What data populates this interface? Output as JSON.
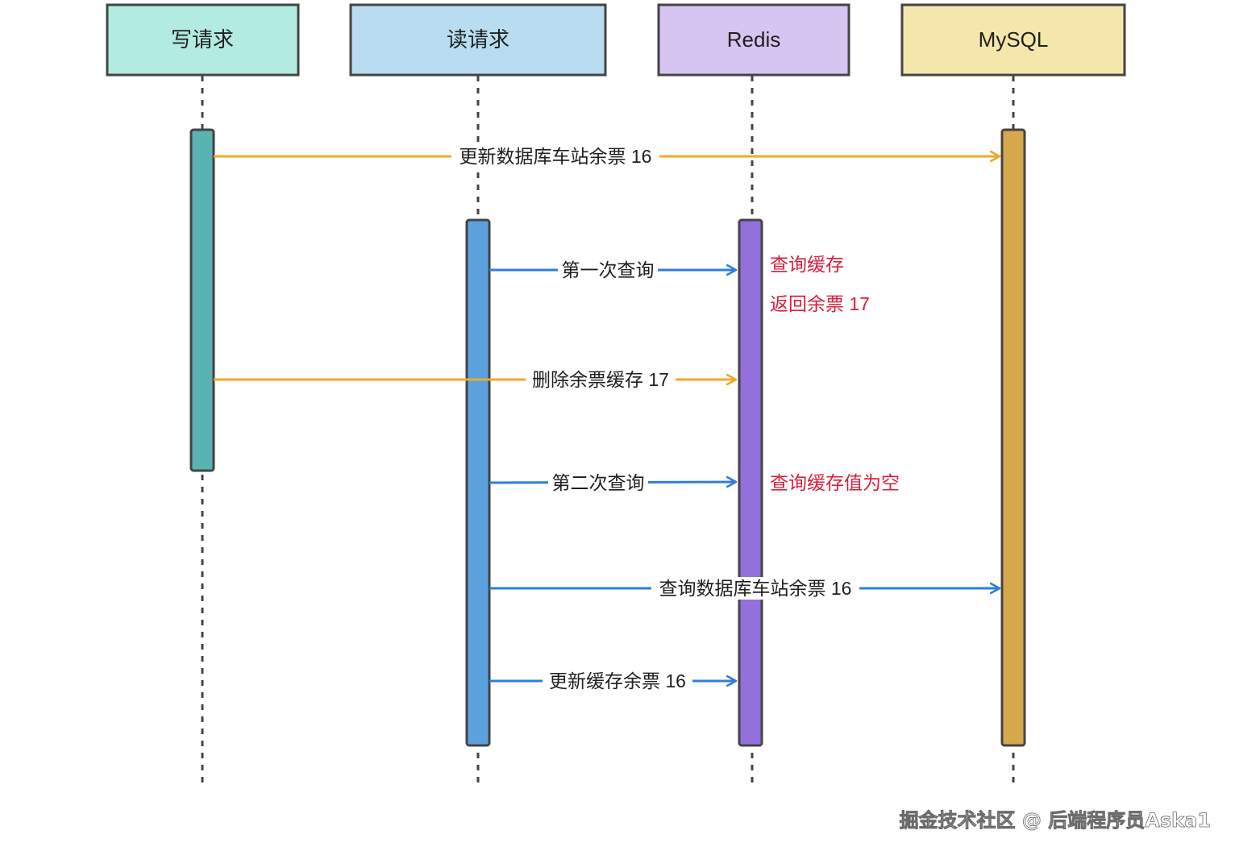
{
  "actors": [
    {
      "id": "write",
      "label": "写请求",
      "fill": "#b2ebe0",
      "bar": "#58b3b2"
    },
    {
      "id": "read",
      "label": "读请求",
      "fill": "#b8ddf1",
      "bar": "#5aa1dd"
    },
    {
      "id": "redis",
      "label": "Redis",
      "fill": "#d6c4f1",
      "bar": "#9370db"
    },
    {
      "id": "mysql",
      "label": "MySQL",
      "fill": "#f5e6ab",
      "bar": "#d4a84b"
    }
  ],
  "messages": [
    {
      "label": "更新数据库车站余票 16",
      "from": "write",
      "to": "mysql",
      "color": "#f0a928"
    },
    {
      "label": "第一次查询",
      "from": "read",
      "to": "redis",
      "color": "#2e7de0"
    },
    {
      "label": "删除余票缓存 17",
      "from": "write",
      "to": "redis",
      "color": "#f0a928"
    },
    {
      "label": "第二次查询",
      "from": "read",
      "to": "redis",
      "color": "#2e7de0"
    },
    {
      "label": "查询数据库车站余票 16",
      "from": "read",
      "to": "mysql",
      "color": "#2e7de0"
    },
    {
      "label": "更新缓存余票 16",
      "from": "read",
      "to": "redis",
      "color": "#2e7de0"
    }
  ],
  "notes": [
    {
      "text": "查询缓存",
      "color": "#dc1e3c"
    },
    {
      "text": "返回余票 17",
      "color": "#dc1e3c"
    },
    {
      "text": "查询缓存值为空",
      "color": "#dc1e3c"
    }
  ],
  "watermark": "掘金技术社区 @ 后端程序员Aska1"
}
